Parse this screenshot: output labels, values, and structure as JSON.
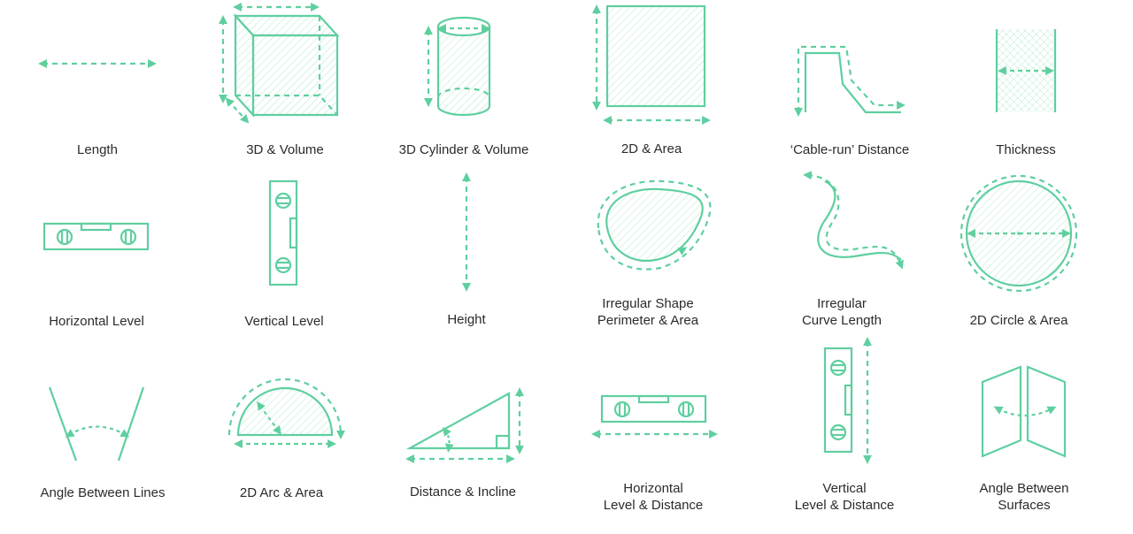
{
  "accent": "#5fcf9f",
  "text_color": "#2b2b2b",
  "items": [
    {
      "icon": "length-icon",
      "lines": [
        "Length"
      ]
    },
    {
      "icon": "cube-volume-icon",
      "lines": [
        "3D & Volume"
      ]
    },
    {
      "icon": "cylinder-volume-icon",
      "lines": [
        "3D Cylinder & Volume"
      ]
    },
    {
      "icon": "rectangle-area-icon",
      "lines": [
        "2D & Area"
      ]
    },
    {
      "icon": "cable-run-icon",
      "lines": [
        "‘Cable-run’ Distance"
      ]
    },
    {
      "icon": "thickness-icon",
      "lines": [
        "Thickness"
      ]
    },
    {
      "icon": "horizontal-level-icon",
      "lines": [
        "Horizontal Level"
      ]
    },
    {
      "icon": "vertical-level-icon",
      "lines": [
        "Vertical Level"
      ]
    },
    {
      "icon": "height-icon",
      "lines": [
        "Height"
      ]
    },
    {
      "icon": "irregular-shape-icon",
      "lines": [
        "Irregular Shape",
        "Perimeter & Area"
      ]
    },
    {
      "icon": "irregular-curve-icon",
      "lines": [
        "Irregular",
        "Curve Length"
      ]
    },
    {
      "icon": "circle-area-icon",
      "lines": [
        "2D Circle & Area"
      ]
    },
    {
      "icon": "angle-lines-icon",
      "lines": [
        "Angle Between Lines"
      ]
    },
    {
      "icon": "arc-area-icon",
      "lines": [
        "2D Arc & Area"
      ]
    },
    {
      "icon": "incline-icon",
      "lines": [
        "Distance & Incline"
      ]
    },
    {
      "icon": "horizontal-level-distance-icon",
      "lines": [
        "Horizontal",
        "Level & Distance"
      ]
    },
    {
      "icon": "vertical-level-distance-icon",
      "lines": [
        "Vertical",
        "Level & Distance"
      ]
    },
    {
      "icon": "angle-surfaces-icon",
      "lines": [
        "Angle Between",
        "Surfaces"
      ]
    }
  ]
}
